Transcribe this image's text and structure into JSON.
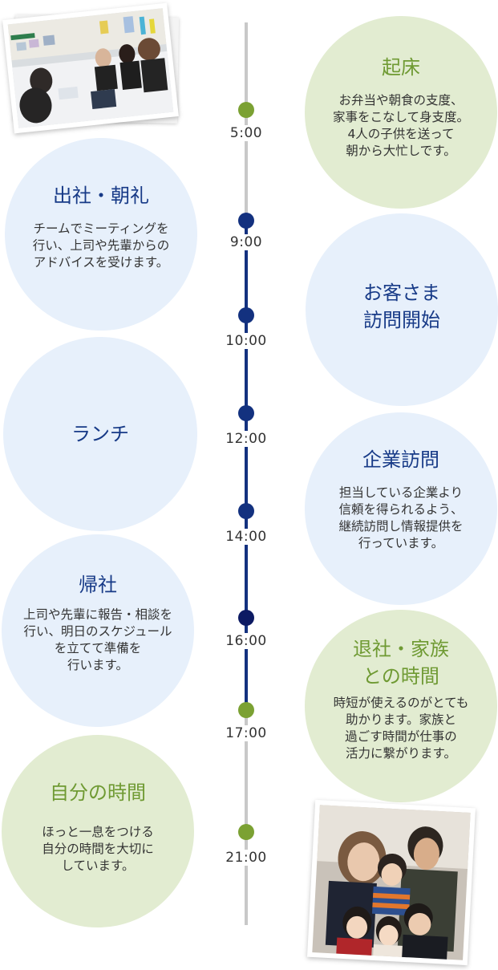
{
  "timeline": {
    "colors": {
      "line_gray": "#c8c8c8",
      "line_blue": "#13317f",
      "dot_green": "#7ba133",
      "dot_blue": "#13317f",
      "dot_navy": "#0c1a63"
    },
    "times": [
      "5:00",
      "9:00",
      "10:00",
      "12:00",
      "14:00",
      "16:00",
      "17:00",
      "21:00"
    ]
  },
  "events": [
    {
      "time": "5:00",
      "title": "起床",
      "desc": "お弁当や朝食の支度、\n家事をこなして身支度。\n4人の子供を送って\n朝から大忙しです。",
      "theme": "green"
    },
    {
      "time": "9:00",
      "title": "出社・朝礼",
      "desc": "チームでミーティングを\n行い、上司や先輩からの\nアドバイスを受けます。",
      "theme": "blue"
    },
    {
      "time": "10:00",
      "title": "お客さま\n訪問開始",
      "desc": "",
      "theme": "blue"
    },
    {
      "time": "12:00",
      "title": "ランチ",
      "desc": "",
      "theme": "blue"
    },
    {
      "time": "14:00",
      "title": "企業訪問",
      "desc": "担当している企業より\n信頼を得られるよう、\n継続訪問し情報提供を\n行っています。",
      "theme": "blue"
    },
    {
      "time": "16:00",
      "title": "帰社",
      "desc": "上司や先輩に報告・相談を\n行い、明日のスケジュール\nを立てて準備を\n行います。",
      "theme": "blue"
    },
    {
      "time": "17:00",
      "title": "退社・家族\nとの時間",
      "desc": "時短が使えるのがとても\n助かります。家族と\n過ごす時間が仕事の\n活力に繋がります。",
      "theme": "green"
    },
    {
      "time": "21:00",
      "title": "自分の時間",
      "desc": "ほっと一息をつける\n自分の時間を大切に\nしています。",
      "theme": "green"
    }
  ],
  "photos": {
    "office": "office-meeting-photo",
    "family": "family-photo"
  }
}
